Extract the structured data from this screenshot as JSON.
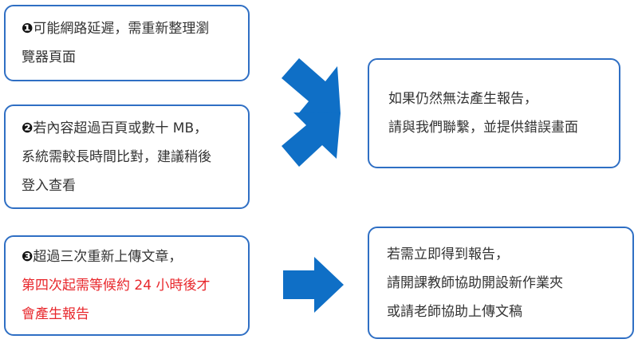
{
  "colors": {
    "box_border": "#2f6fc4",
    "arrow_fill": "#0f6fc6",
    "text": "#333333",
    "highlight_text": "#e8262b"
  },
  "box1": {
    "marker": "❶",
    "line1": "可能網路延遲，需重新整理瀏",
    "line2": "覽器頁面"
  },
  "box2": {
    "marker": "❷",
    "line1": "若內容超過百頁或數十 MB，",
    "line2": "系統需較長時間比對，建議稍後",
    "line3": "登入查看"
  },
  "box3": {
    "marker": "❸",
    "line1": "超過三次重新上傳文章，",
    "line2_red": "第四次起需等候約 24 小時後才",
    "line3_red": "會產生報告"
  },
  "box4": {
    "line1": "如果仍然無法產生報告，",
    "line2": "請與我們聯繫，並提供錯誤畫面"
  },
  "box5": {
    "line1": "若需立即得到報告，",
    "line2": "請開課教師協助開設新作業夾",
    "line3": "或請老師協助上傳文稿"
  }
}
